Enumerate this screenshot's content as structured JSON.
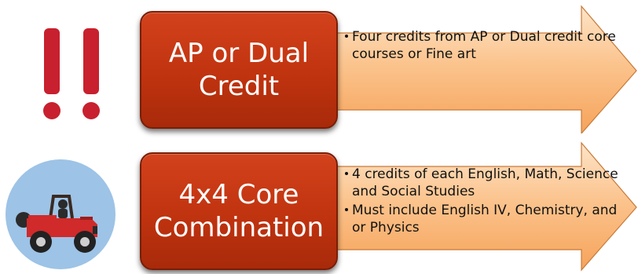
{
  "rows": [
    {
      "icon": "double-exclamation-icon",
      "label_line1": "AP or Dual",
      "label_line2": "Credit",
      "bullets": [
        "Four credits from AP or Dual credit  core courses or Fine art"
      ]
    },
    {
      "icon": "jeep-icon",
      "label_line1": "4x4 Core",
      "label_line2": "Combination",
      "bullets": [
        "4 credits of each English, Math, Science and Social Studies",
        "Must include English IV, Chemistry, and or Physics"
      ]
    }
  ],
  "colors": {
    "box": "#c0330f",
    "arrow_light": "#fde0c2",
    "arrow_dark": "#f7a35a",
    "exclamation": "#c8202e",
    "circle": "#9dc3e6",
    "jeep": "#d02a2a"
  }
}
